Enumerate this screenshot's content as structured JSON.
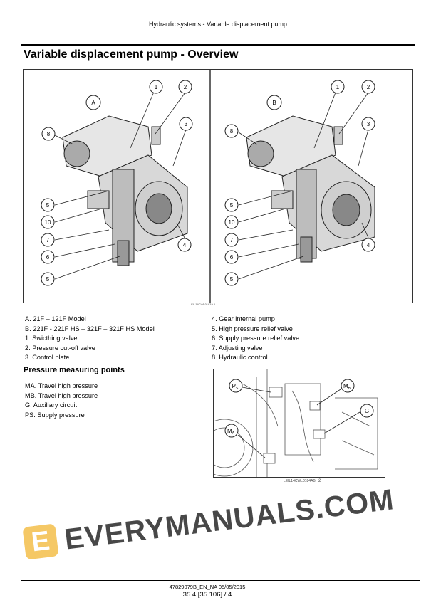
{
  "header": {
    "running_title": "Hydraulic systems - Variable displacement pump"
  },
  "page_title": "Variable displacement pump - Overview",
  "figure1": {
    "panel_a_label": "A",
    "panel_b_label": "B",
    "callouts_a": [
      "1",
      "2",
      "3",
      "8",
      "5",
      "10",
      "7",
      "6",
      "5",
      "4"
    ],
    "callouts_b": [
      "1",
      "2",
      "3",
      "8",
      "5",
      "10",
      "7",
      "6",
      "5",
      "4"
    ],
    "caption_code": "LEIL14CWL0183A",
    "figure_number": "1"
  },
  "legend_left": [
    "A. 21F – 121F Model",
    "B. 221F - 221F HS – 321F – 321F HS Model",
    "1.  Swicthing valve",
    "2.  Pressure cut-off valve",
    "3.  Control plate"
  ],
  "legend_right": [
    "4.  Gear internal pump",
    "5.  High pressure relief valve",
    "6.  Supply pressure relief valve",
    "7.  Adjusting valve",
    "8.  Hydraulic control"
  ],
  "pressure_points": {
    "heading": "Pressure measuring points",
    "items": [
      "MA. Travel high pressure",
      "MB. Travel high pressure",
      "G. Auxiliary circuit",
      "PS. Supply pressure"
    ]
  },
  "figure2": {
    "callouts": {
      "ps": "P",
      "ps_sub": "S",
      "mb": "M",
      "mb_sub": "B",
      "g": "G",
      "ma": "M",
      "ma_sub": "A"
    },
    "caption_code": "LEIL14CWL0184AB",
    "figure_number": "2"
  },
  "watermark": {
    "text": "EVERYMANUALS.COM",
    "logo_letter": "E"
  },
  "footer": {
    "doc_id": "47829079B_EN_NA 05/05/2015",
    "page_ref": "35.4 [35.106] / 4"
  }
}
